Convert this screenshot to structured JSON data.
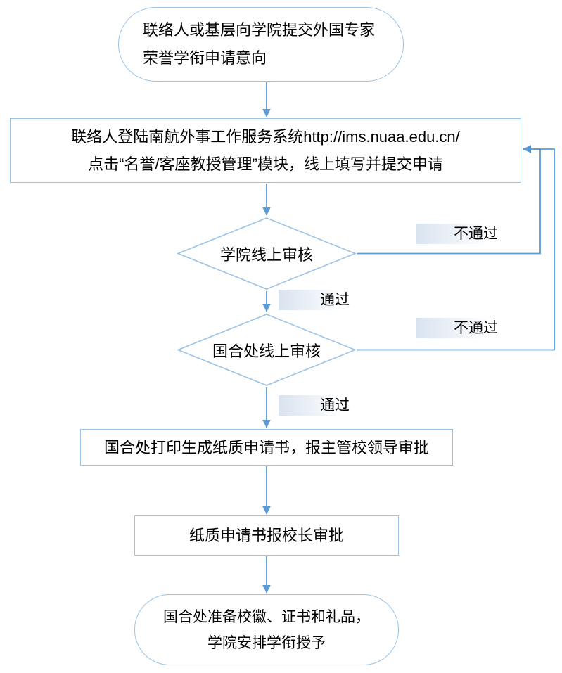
{
  "flowchart": {
    "nodes": {
      "start": {
        "line1": "联络人或基层向学院提交外国专家",
        "line2": "荣誉学衔申请意向"
      },
      "online_apply": {
        "line1": "联络人登陆南航外事工作服务系统http://ims.nuaa.edu.cn/",
        "line2": "点击“名誉/客座教授管理”模块，线上填写并提交申请"
      },
      "college_review": {
        "label": "学院线上审核"
      },
      "intl_review": {
        "label": "国合处线上审核"
      },
      "print_approval": {
        "label": "国合处打印生成纸质申请书，报主管校领导审批"
      },
      "president_approval": {
        "label": "纸质申请书报校长审批"
      },
      "end": {
        "line1": "国合处准备校徽、证书和礼品，",
        "line2": "学院安排学衔授予"
      }
    },
    "edge_labels": {
      "college_fail": "不通过",
      "college_pass": "通过",
      "intl_fail": "不通过",
      "intl_pass": "通过"
    },
    "colors": {
      "shape_border": "#9CC3E5",
      "arrow": "#5B9BD5",
      "label_gradient": "#D9E3EF"
    }
  }
}
